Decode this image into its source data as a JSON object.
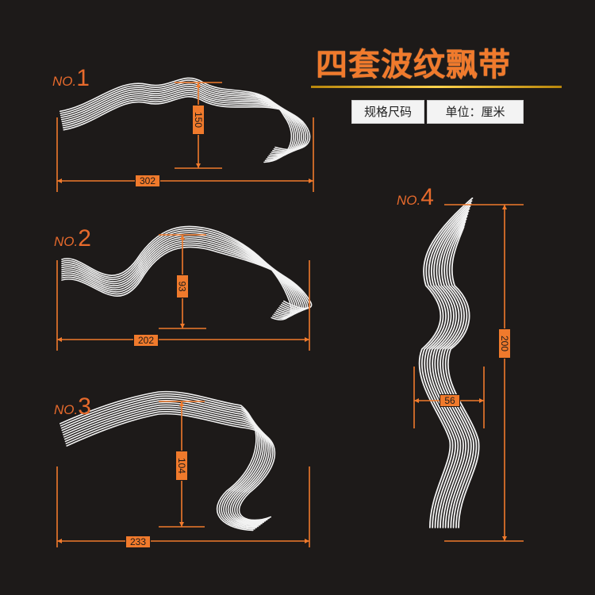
{
  "title": "四套波纹飘带",
  "spec": {
    "label": "规格尺码",
    "unit": "单位：厘米"
  },
  "items": [
    {
      "prefix": "NO.",
      "number": "1",
      "width": "302",
      "height": "150"
    },
    {
      "prefix": "NO.",
      "number": "2",
      "width": "202",
      "height": "93"
    },
    {
      "prefix": "NO.",
      "number": "3",
      "width": "233",
      "height": "104"
    },
    {
      "prefix": "NO.",
      "number": "4",
      "width": "56",
      "height": "200"
    }
  ],
  "colors": {
    "background": "#1d1a19",
    "accent": "#f07a2c",
    "ribbon": "#f2f2f2"
  }
}
